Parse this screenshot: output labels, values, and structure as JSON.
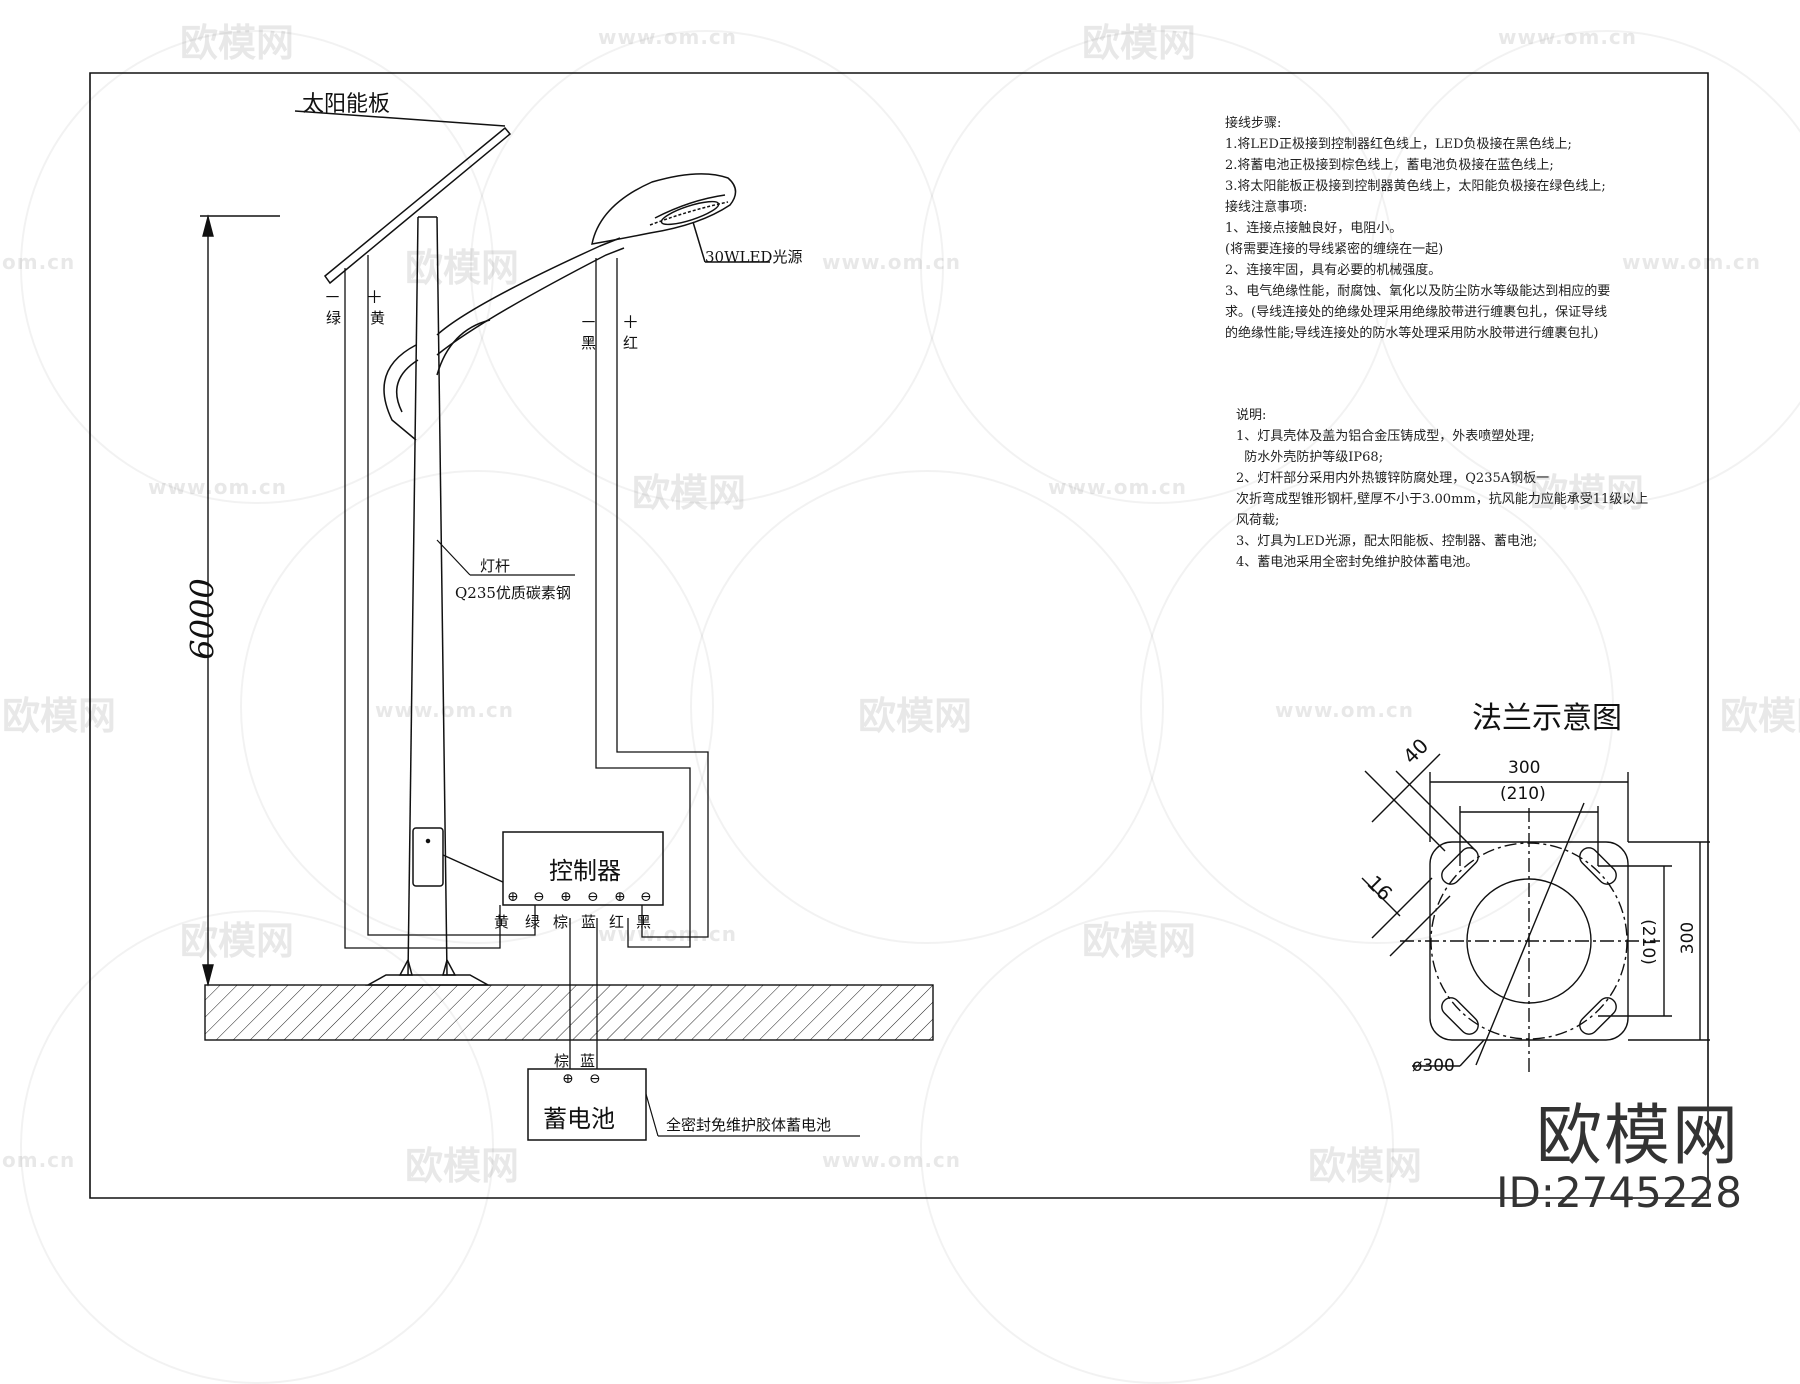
{
  "labels": {
    "solar_panel": "太阳能板",
    "led_source": "30WLED光源",
    "pole_name": "灯杆",
    "pole_material": "Q235优质碳素钢",
    "height_dim": "6000",
    "controller": "控制器",
    "battery": "蓄电池",
    "battery_desc": "全密封免维护胶体蓄电池",
    "flange_title": "法兰示意图",
    "solar_minus": "－",
    "solar_plus": "＋",
    "solar_green": "绿",
    "solar_yellow": "黄",
    "led_minus": "－",
    "led_plus": "＋",
    "led_black": "黑",
    "led_red": "红"
  },
  "controller_terminals": [
    {
      "sign": "⊕",
      "color": "黄"
    },
    {
      "sign": "⊖",
      "color": "绿"
    },
    {
      "sign": "⊕",
      "color": "棕"
    },
    {
      "sign": "⊖",
      "color": "蓝"
    },
    {
      "sign": "⊕",
      "color": "红"
    },
    {
      "sign": "⊖",
      "color": "黑"
    }
  ],
  "battery_terminals": [
    {
      "sign": "⊕",
      "color": "棕"
    },
    {
      "sign": "⊖",
      "color": "蓝"
    }
  ],
  "flange_dims": {
    "outer_width": "300",
    "inner_width": "(210)",
    "outer_height": "300",
    "inner_height": "(210)",
    "slot_length": "40",
    "slot_width": "16",
    "circle_dia": "ø300"
  },
  "wiring_notes": [
    "接线步骤:",
    "1.将LED正极接到控制器红色线上，LED负极接在黑色线上;",
    "2.将蓄电池正极接到棕色线上，蓄电池负极接在蓝色线上;",
    "3.将太阳能板正极接到控制器黄色线上，太阳能负极接在绿色线上;",
    "接线注意事项:",
    "1、连接点接触良好，电阻小。",
    "(将需要连接的导线紧密的缠绕在一起)",
    "2、连接牢固，具有必要的机械强度。",
    "3、电气绝缘性能，耐腐蚀、氧化以及防尘防水等级能达到相应的要",
    "求。(导线连接处的绝缘处理采用绝缘胶带进行缠裹包扎，保证导线",
    "的绝缘性能;导线连接处的防水等处理采用防水胶带进行缠裹包扎)"
  ],
  "description_notes": [
    "说明:",
    "1、灯具壳体及盖为铝合金压铸成型，外表喷塑处理;",
    "  防水外壳防护等级IP68;",
    "2、灯杆部分采用内外热镀锌防腐处理，Q235A钢板一",
    "次折弯成型锥形钢杆,壁厚不小于3.00mm，抗风能力应能承受11级以上",
    "风荷载;",
    "3、灯具为LED光源，配太阳能板、控制器、蓄电池;",
    "4、蓄电池采用全密封免维护胶体蓄电池。"
  ],
  "watermark": {
    "brand": "欧模网",
    "url": "www.om.cn",
    "url_short": "om.cn",
    "id": "ID:2745228"
  }
}
